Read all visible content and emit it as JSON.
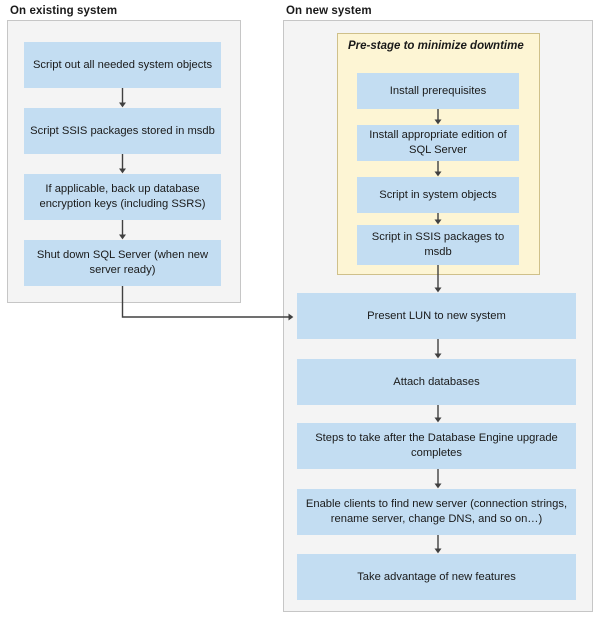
{
  "diagram": {
    "title_semantic": "sql-server-migration-flowchart",
    "colors": {
      "node_fill": "#c3ddf2",
      "panel_fill": "#f4f4f4",
      "panel_border": "#c6c6c6",
      "prestage_fill": "#fdf5d4",
      "prestage_border": "#cfc08a",
      "arrow": "#404040",
      "text": "#1a1a1a"
    },
    "columns": [
      {
        "id": "existing",
        "title": "On existing system",
        "nodes": [
          {
            "id": "script-objects",
            "text": "Script out all needed system objects"
          },
          {
            "id": "ssis-msdb",
            "text": "Script SSIS packages stored in msdb"
          },
          {
            "id": "encryption-keys",
            "text": "If applicable, back up database encryption keys (including SSRS)"
          },
          {
            "id": "shutdown",
            "text": "Shut down SQL Server (when new server ready)"
          }
        ]
      },
      {
        "id": "new",
        "title": "On new system",
        "group": {
          "id": "pre-stage",
          "title": "Pre-stage to minimize downtime",
          "nodes": [
            {
              "id": "prereqs",
              "text": "Install prerequisites"
            },
            {
              "id": "edition",
              "text": "Install appropriate edition of SQL Server"
            },
            {
              "id": "sys-objects",
              "text": "Script in system objects"
            },
            {
              "id": "ssis-in",
              "text": "Script in SSIS packages to msdb"
            }
          ]
        },
        "nodes": [
          {
            "id": "lun",
            "text": "Present LUN to new system"
          },
          {
            "id": "attach",
            "text": "Attach databases"
          },
          {
            "id": "after-steps",
            "text": "Steps to take after the Database Engine upgrade completes"
          },
          {
            "id": "enable",
            "text": "Enable clients to find new server (connection strings, rename server, change DNS, and so on…)"
          },
          {
            "id": "features",
            "text": "Take advantage of new features"
          }
        ]
      }
    ],
    "edges": [
      {
        "from": "script-objects",
        "to": "ssis-msdb",
        "kind": "down-arrow"
      },
      {
        "from": "ssis-msdb",
        "to": "encryption-keys",
        "kind": "down-arrow"
      },
      {
        "from": "encryption-keys",
        "to": "shutdown",
        "kind": "down-arrow"
      },
      {
        "from": "shutdown",
        "to": "lun",
        "kind": "elbow-right-arrow"
      },
      {
        "from": "prereqs",
        "to": "edition",
        "kind": "down-arrow"
      },
      {
        "from": "edition",
        "to": "sys-objects",
        "kind": "down-arrow"
      },
      {
        "from": "sys-objects",
        "to": "ssis-in",
        "kind": "down-arrow"
      },
      {
        "from": "ssis-in",
        "to": "lun",
        "kind": "down-arrow"
      },
      {
        "from": "lun",
        "to": "attach",
        "kind": "down-arrow"
      },
      {
        "from": "attach",
        "to": "after-steps",
        "kind": "down-arrow"
      },
      {
        "from": "after-steps",
        "to": "enable",
        "kind": "down-arrow"
      },
      {
        "from": "enable",
        "to": "features",
        "kind": "down-arrow"
      }
    ]
  }
}
